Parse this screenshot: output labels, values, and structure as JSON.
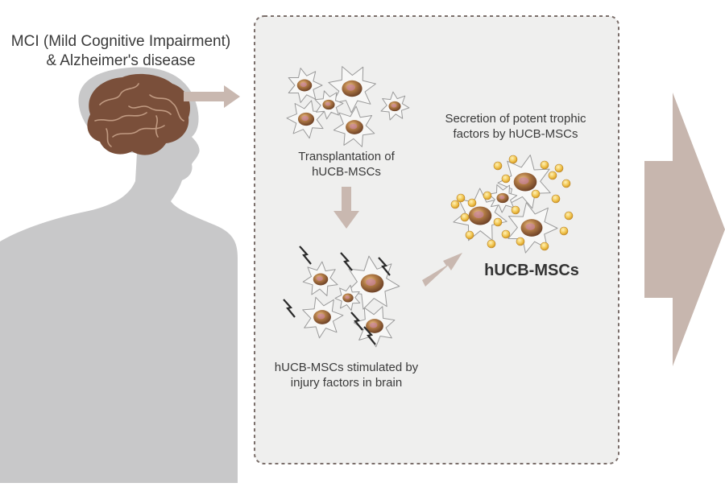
{
  "diagram": {
    "condition_title": {
      "line1": "MCI (Mild Cognitive Impairment)",
      "line2": "& Alzheimer's disease"
    },
    "transplant_label": {
      "line1": "Transplantation of",
      "line2": "hUCB-MSCs"
    },
    "stimulated_label": {
      "line1": "hUCB-MSCs stimulated by",
      "line2": "injury factors in brain"
    },
    "secretion_label": {
      "line1": "Secretion of potent trophic",
      "line2": "factors by hUCB-MSCs"
    },
    "cells_label": "hUCB-MSCs"
  },
  "colors": {
    "silhouette": "#c8c8c9",
    "brain": "#7a4f3a",
    "panel_bg": "#efefee",
    "panel_border": "#7a6e6a",
    "arrow": "#c9b8b0",
    "big_arrow": "#c7b6ae",
    "cell_nucleus": "#9b6a3c",
    "factor_dot": "#e8b13a"
  }
}
